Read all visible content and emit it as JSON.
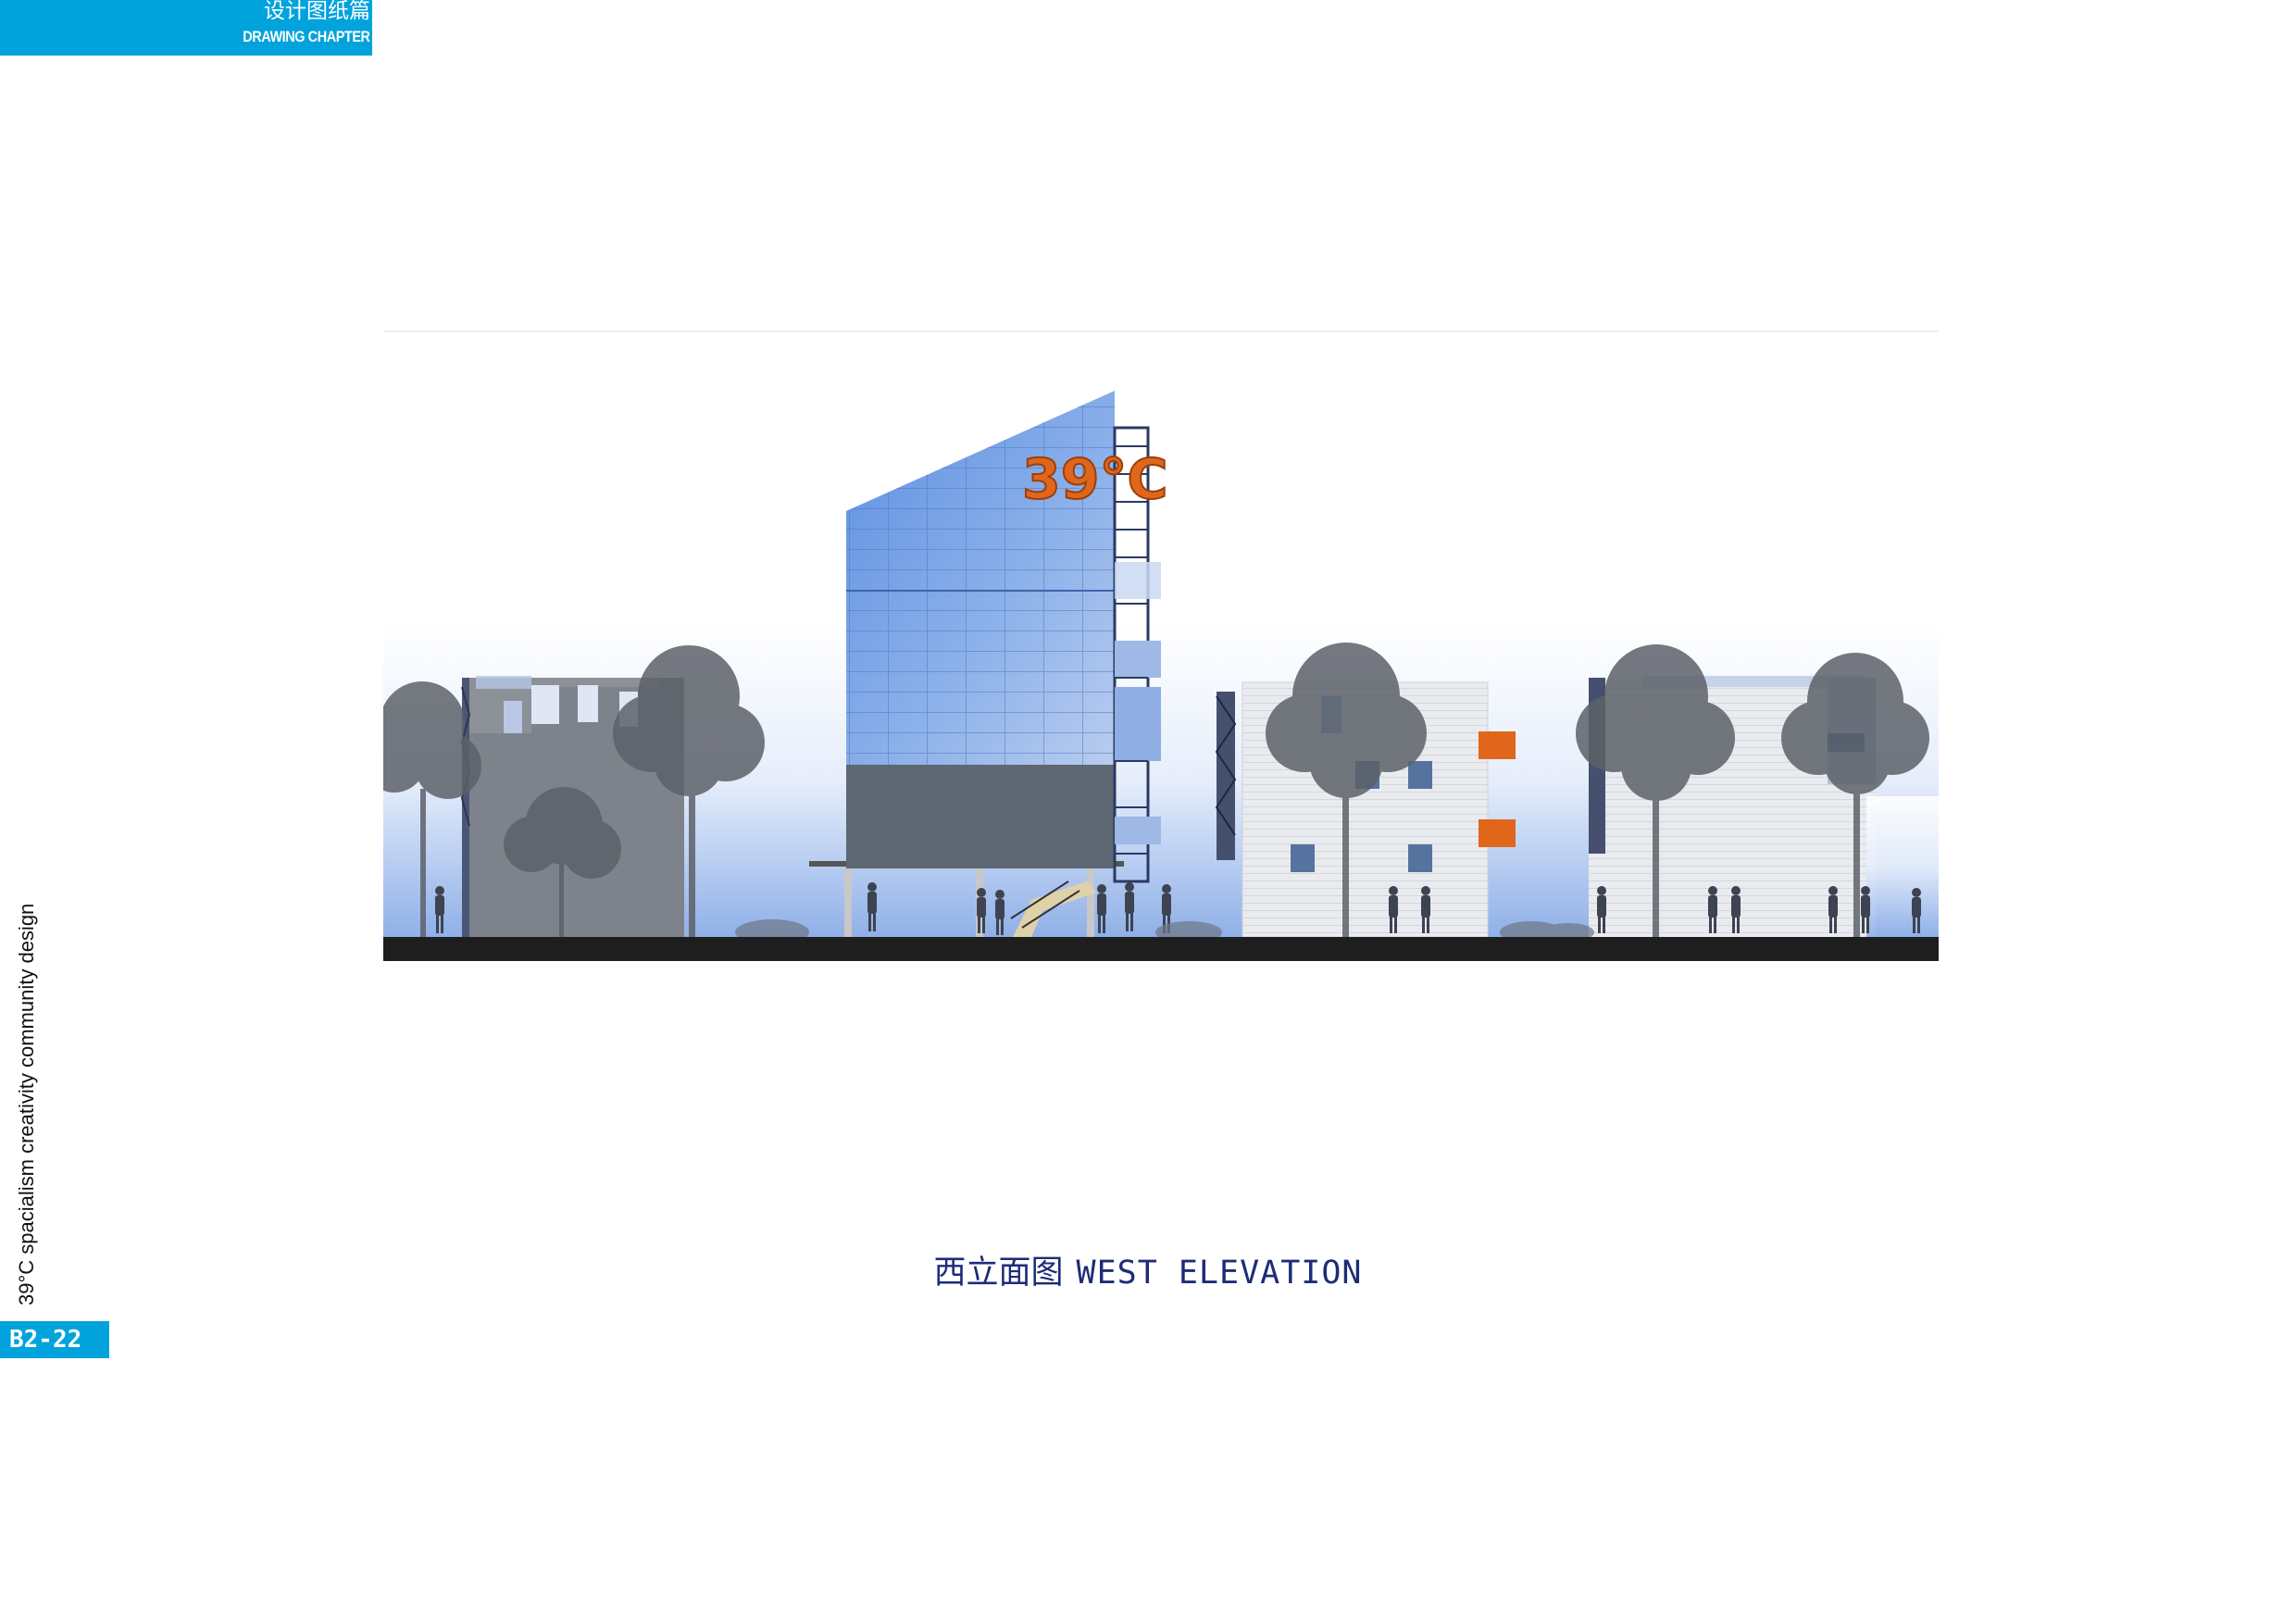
{
  "header": {
    "chapter_cn": "设计图纸篇",
    "chapter_en": "DRAWING CHAPTER"
  },
  "sidebar": {
    "project_name": "39°C spacialism creativity community design",
    "page_number": "B2-22"
  },
  "drawing": {
    "logo_text": "39°C",
    "caption_cn": "西立面图",
    "caption_en": "WEST ELEVATION"
  },
  "colors": {
    "accent": "#00a3dc",
    "caption": "#1c2c78",
    "logo_orange": "#e0661c",
    "ground": "#1e1e1e"
  }
}
